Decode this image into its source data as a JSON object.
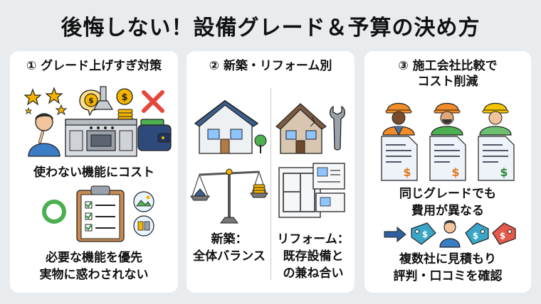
{
  "title": "後悔しない！設備グレード＆予算の決め方",
  "cards": [
    {
      "title": "① グレード上げすぎ対策",
      "caption1": "使わない機能にコスト",
      "caption2_line1": "必要な機能を優先",
      "caption2_line2": "実物に惑わされない",
      "icons": [
        "star-icon",
        "coin-icon",
        "cross-icon",
        "kitchen-icon",
        "wallet-icon",
        "person-thinking-icon",
        "circle-ok-icon",
        "clipboard-checklist-icon"
      ]
    },
    {
      "title": "② 新築・リフォーム別",
      "left_line1": "新築：",
      "left_line2": "全体バランス",
      "right_line1": "リフォーム：",
      "right_line2": "既存設備と",
      "right_line3": "の兼ね合い",
      "icons": [
        "new-house-icon",
        "old-house-icon",
        "wrench-icon",
        "balance-scale-icon",
        "floor-plan-icon"
      ]
    },
    {
      "title_line1": "③ 施工会社比較で",
      "title_line2": "コスト削減",
      "caption1_line1": "同じグレードでも",
      "caption1_line2": "費用が異なる",
      "caption2_line1": "複数社に見積もり",
      "caption2_line2": "評判・口コミを確認",
      "doc_symbol": "$",
      "icons": [
        "worker-icon",
        "estimate-document-icon",
        "price-tag-icon",
        "arrow-right-icon",
        "person-icon"
      ]
    }
  ]
}
